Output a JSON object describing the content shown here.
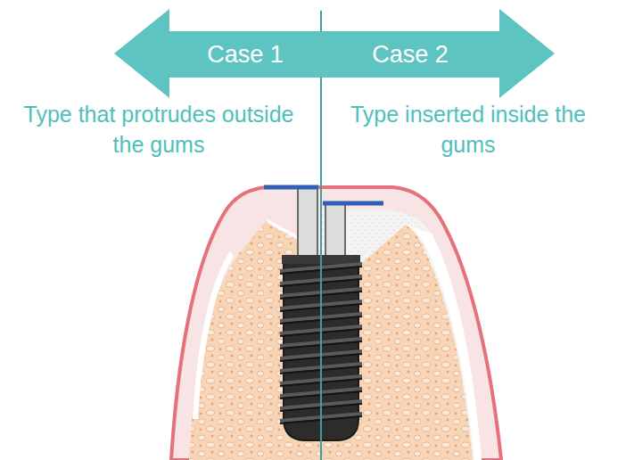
{
  "diagram": {
    "nodes": [
      {
        "text": [
          "Case 1"
        ]
      },
      {
        "text": [
          "Case 2"
        ]
      }
    ],
    "labels": [
      "Type that protrudes outside the gums",
      "Type inserted inside the gums"
    ]
  }
}
